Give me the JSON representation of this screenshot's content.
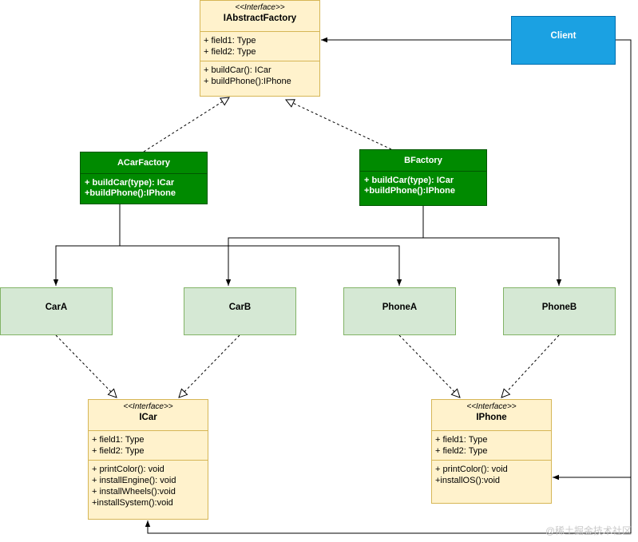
{
  "abstract_factory": {
    "stereotype": "<<Interface>>",
    "name": "IAbstractFactory",
    "fields": [
      "+ field1: Type",
      "+ field2: Type"
    ],
    "methods": [
      "+ buildCar(): ICar",
      "+ buildPhone():IPhone"
    ]
  },
  "client": {
    "name": "Client"
  },
  "acar_factory": {
    "name": "ACarFactory",
    "methods": [
      "+ buildCar(type): ICar",
      "+buildPhone():IPhone"
    ]
  },
  "b_factory": {
    "name": "BFactory",
    "methods": [
      "+ buildCar(type): ICar",
      "+buildPhone():IPhone"
    ]
  },
  "products": [
    "CarA",
    "CarB",
    "PhoneA",
    "PhoneB"
  ],
  "icar": {
    "stereotype": "<<Interface>>",
    "name": "ICar",
    "fields": [
      "+ field1: Type",
      "+ field2: Type"
    ],
    "methods": [
      "+ printColor(): void",
      "+ installEngine(): void",
      "+ installWheels():void",
      "+installSystem():void"
    ]
  },
  "iphone": {
    "stereotype": "<<Interface>>",
    "name": "IPhone",
    "fields": [
      "+ field1: Type",
      "+ field2: Type"
    ],
    "methods": [
      "+ printColor(): void",
      "+installOS():void"
    ]
  },
  "watermark": "@稀土掘金技术社区",
  "colors": {
    "interface_fill": "#fff2cc",
    "interface_border": "#d6b656",
    "factory_fill": "#008a00",
    "product_fill": "#d5e8d4",
    "client_fill": "#1ba1e2"
  }
}
